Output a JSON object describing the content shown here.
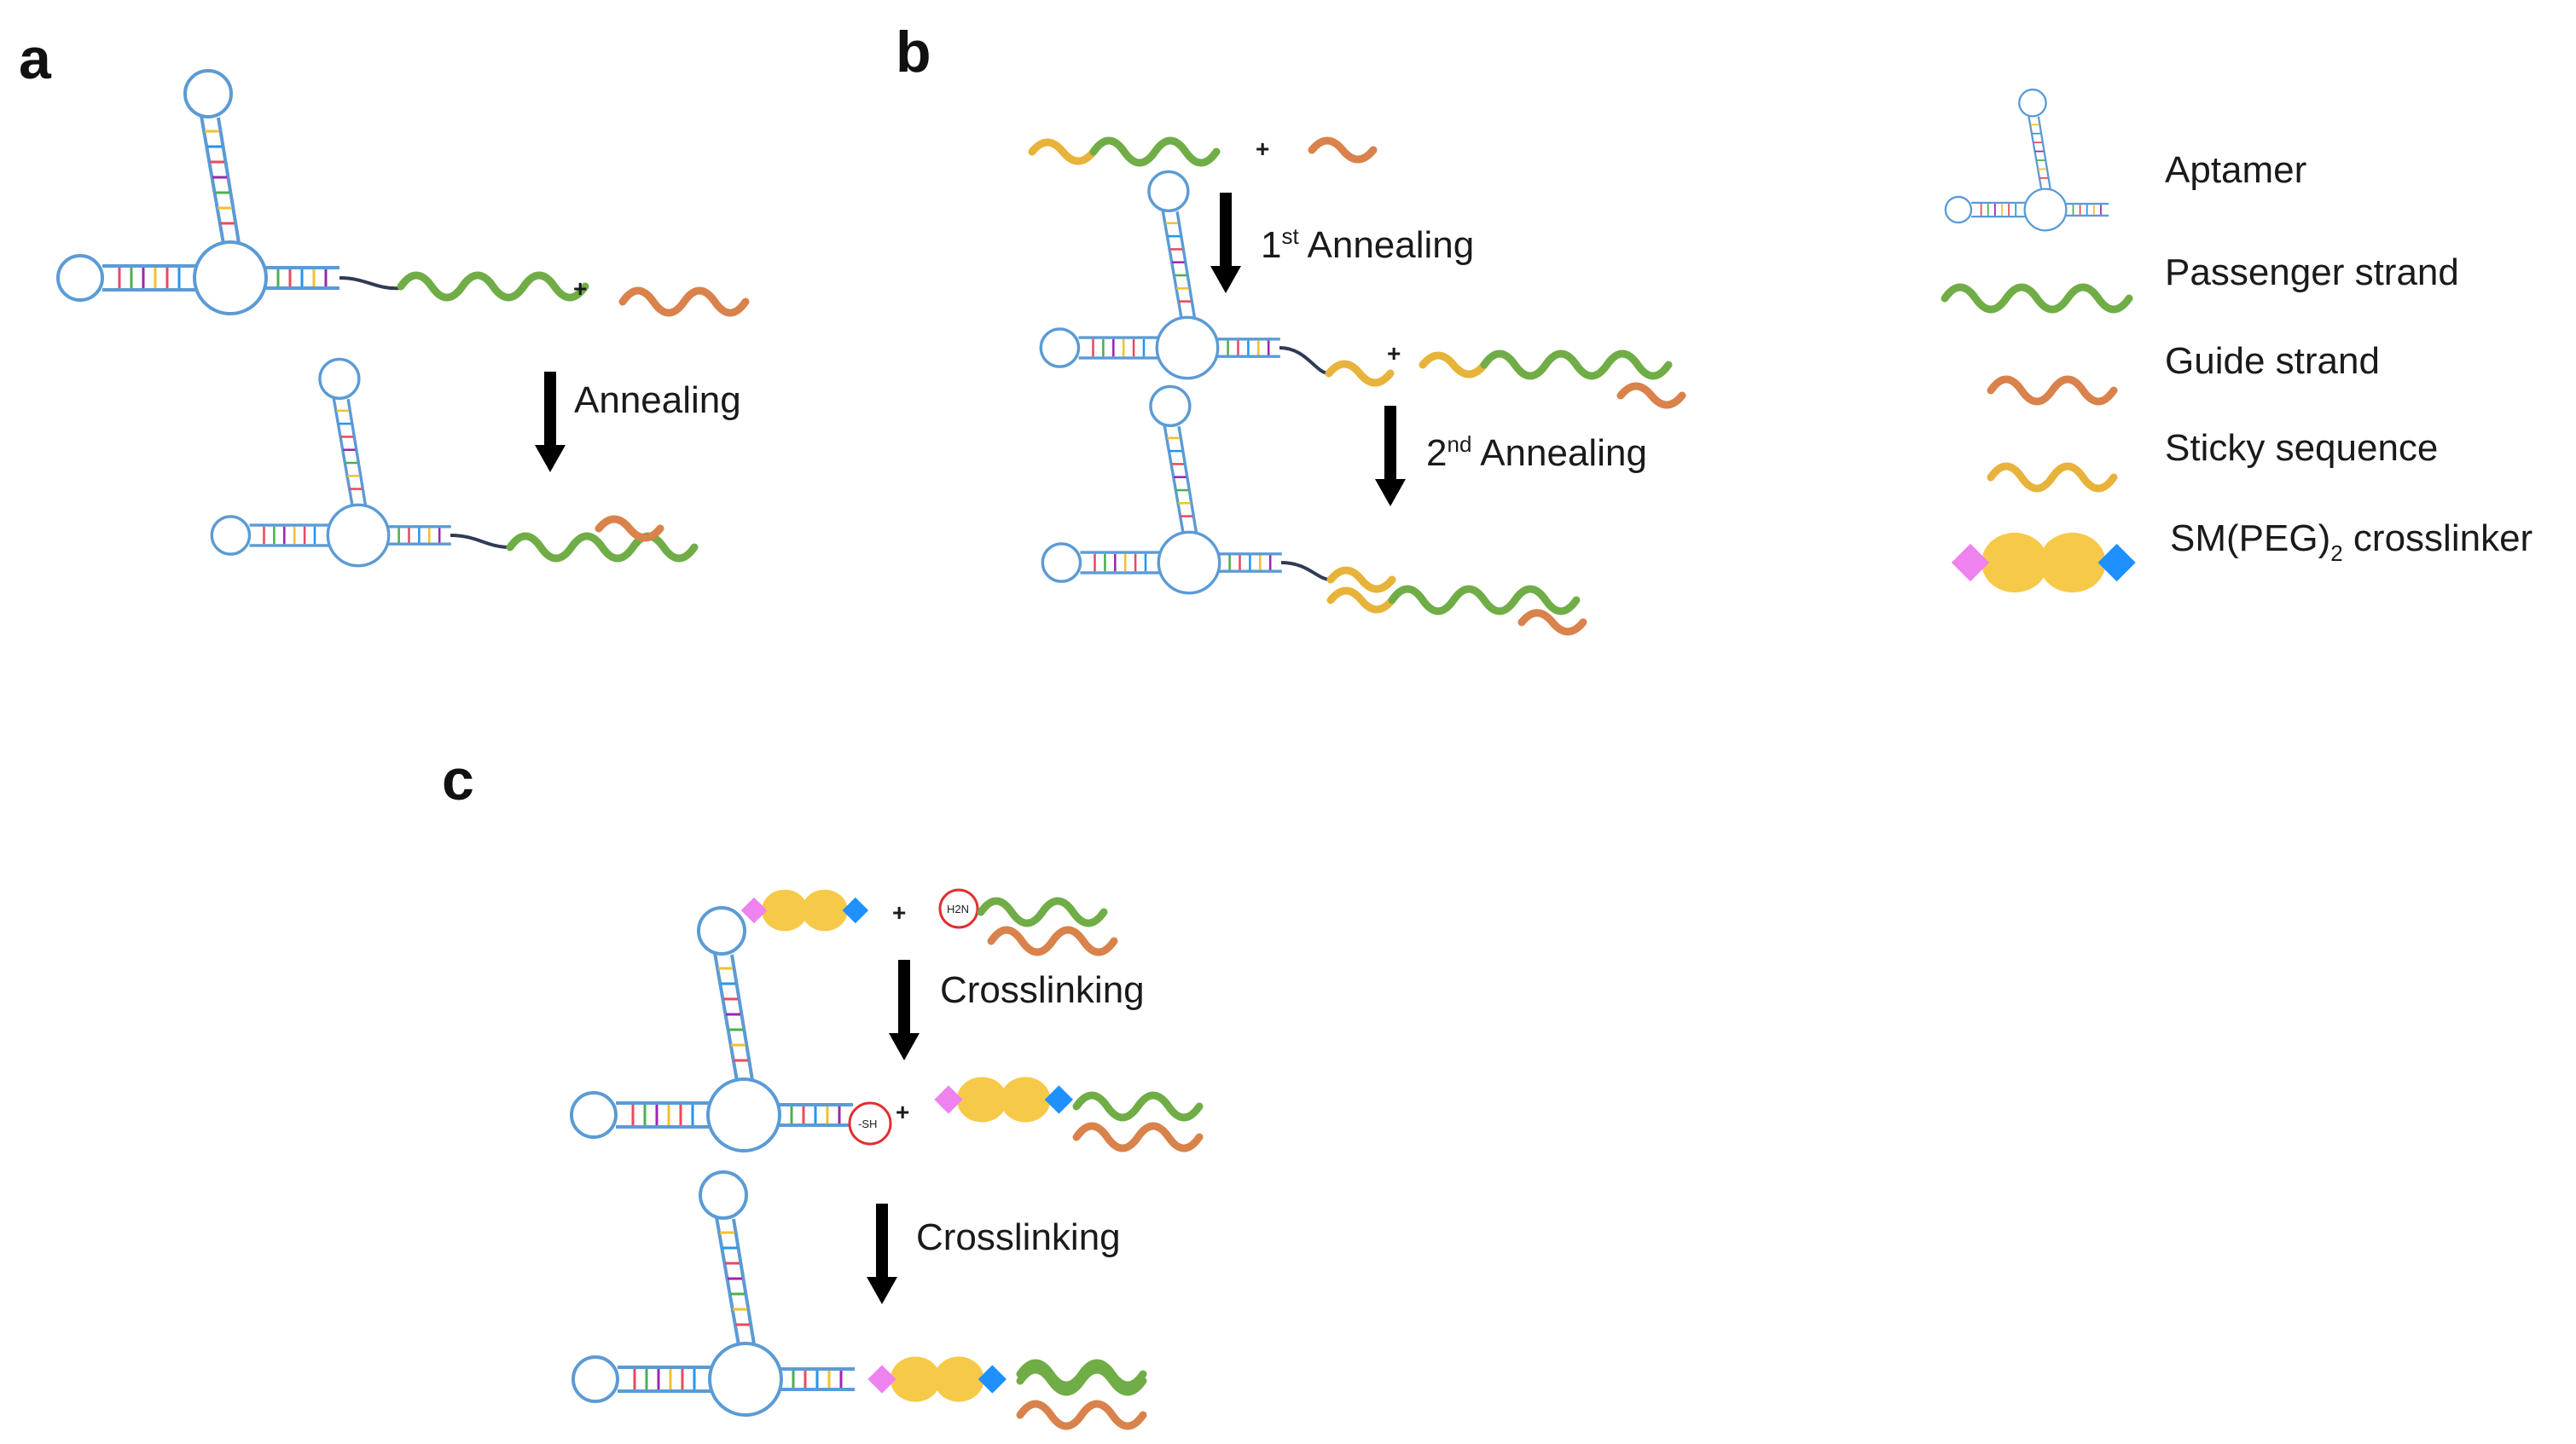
{
  "panels": {
    "a": {
      "label": "a",
      "step": "Annealing",
      "plus": "+"
    },
    "b": {
      "label": "b",
      "step1_main": "1",
      "step1_sup": "st",
      "step1_rest": " Annealing",
      "step2_main": "2",
      "step2_sup": "nd",
      "step2_rest": " Annealing",
      "plus": "+"
    },
    "c": {
      "label": "c",
      "step1": "Crosslinking",
      "step2": "Crosslinking",
      "plus": "+",
      "amine_tag": "H2N",
      "thiol_tag": "-SH"
    }
  },
  "legend": {
    "items": [
      {
        "label": "Aptamer",
        "icon": "aptamer-icon"
      },
      {
        "label": "Passenger strand",
        "icon": "passenger-strand-icon"
      },
      {
        "label": "Guide strand",
        "icon": "guide-strand-icon"
      },
      {
        "label": "Sticky sequence",
        "icon": "sticky-sequence-icon"
      }
    ],
    "crosslinker_main": "SM(PEG)",
    "crosslinker_sub": "2",
    "crosslinker_rest": " crosslinker"
  },
  "colors": {
    "aptamer": "#5b9bd5",
    "passenger": "#70ad47",
    "guide": "#d9824b",
    "sticky": "#e8b33a",
    "linker": "#2f3b55",
    "crosslinker_body": "#f7c948",
    "maleimide": "#ee82ee",
    "nhs": "#1e90ff",
    "tag_ring": "#e03030",
    "arrow": "#000000"
  }
}
